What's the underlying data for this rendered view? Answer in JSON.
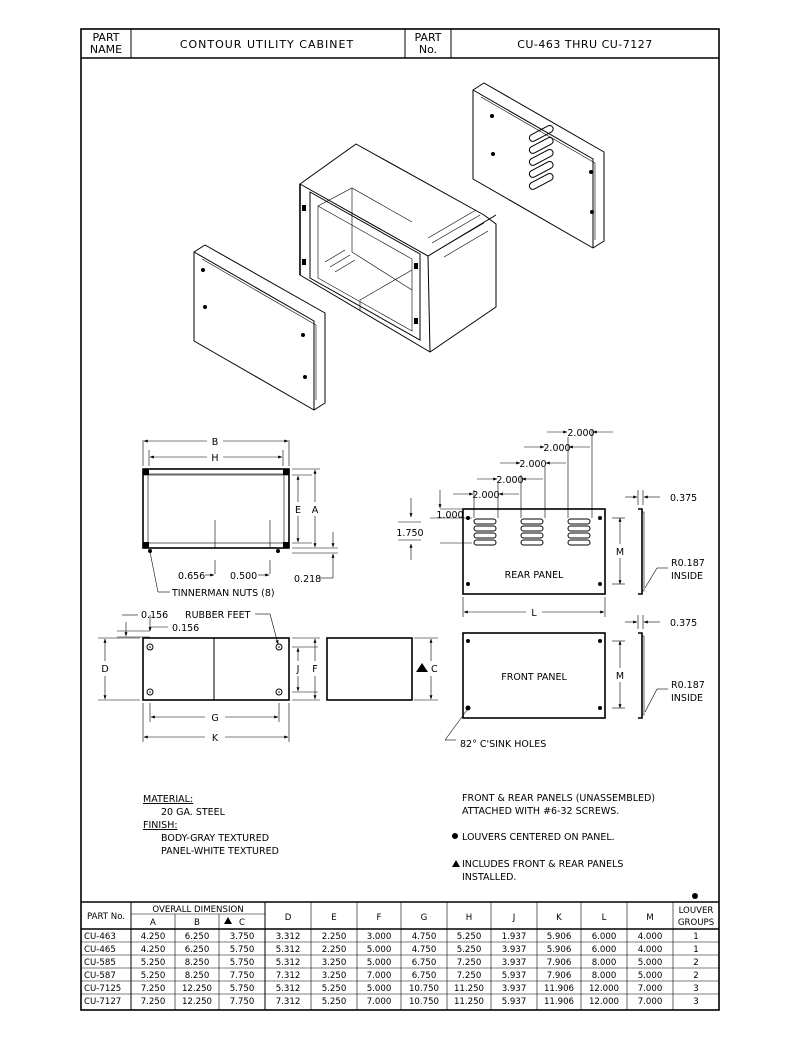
{
  "title_block": {
    "part_name_label": [
      "PART",
      "NAME"
    ],
    "part_name": "CONTOUR UTILITY CABINET",
    "part_no_label": [
      "PART",
      "No."
    ],
    "part_no": "CU-463 THRU CU-7127"
  },
  "top_view": {
    "dims": {
      "b": "B",
      "h": "H",
      "e": "E",
      "a": "A",
      "d656": "0.656",
      "d500": "0.500",
      "d218": "0.218"
    },
    "callout": "TINNERMAN NUTS (8)"
  },
  "rear_panel": {
    "label": "REAR PANEL",
    "dims": {
      "s1": "2.000",
      "s2": "2.000",
      "s3": "2.000",
      "s4": "2.000",
      "s5": "2.000",
      "d1000": "1.000",
      "d1750": "1.750",
      "m": "M",
      "l": "L",
      "d375": "0.375"
    },
    "radius": [
      "R0.187",
      "INSIDE"
    ]
  },
  "side_view": {
    "dims": {
      "d156a": "0.156",
      "d156b": "0.156",
      "d": "D",
      "j": "J",
      "f": "F",
      "g": "G",
      "k": "K",
      "c": "C"
    },
    "callout": "RUBBER FEET"
  },
  "front_panel": {
    "label": "FRONT PANEL",
    "dims": {
      "m": "M",
      "d375": "0.375"
    },
    "radius": [
      "R0.187",
      "INSIDE"
    ],
    "callout": "82° C'SINK HOLES"
  },
  "notes": {
    "material_head": "MATERIAL:",
    "material": "20 GA. STEEL",
    "finish_head": "FINISH:",
    "finish_lines": [
      "BODY-GRAY TEXTURED",
      "PANEL-WHITE TEXTURED"
    ],
    "panels_lines": [
      "FRONT & REAR PANELS (UNASSEMBLED)",
      "ATTACHED WITH #6-32 SCREWS."
    ],
    "louvers_note": "LOUVERS CENTERED ON PANEL.",
    "includes_lines": [
      "INCLUDES FRONT & REAR PANELS",
      "INSTALLED."
    ]
  },
  "table": {
    "part_no_header": "PART No.",
    "overall_header": "OVERALL DIMENSION",
    "sub_headers": [
      "A",
      "B",
      "C"
    ],
    "headers": [
      "D",
      "E",
      "F",
      "G",
      "H",
      "J",
      "K",
      "L",
      "M"
    ],
    "louver_header": [
      "LOUVER",
      "GROUPS"
    ],
    "rows": [
      [
        "CU-463",
        "4.250",
        "6.250",
        "3.750",
        "3.312",
        "2.250",
        "3.000",
        "4.750",
        "5.250",
        "1.937",
        "5.906",
        "6.000",
        "4.000",
        "1"
      ],
      [
        "CU-465",
        "4.250",
        "6.250",
        "5.750",
        "5.312",
        "2.250",
        "5.000",
        "4.750",
        "5.250",
        "3.937",
        "5.906",
        "6.000",
        "4.000",
        "1"
      ],
      [
        "CU-585",
        "5.250",
        "8.250",
        "5.750",
        "5.312",
        "3.250",
        "5.000",
        "6.750",
        "7.250",
        "3.937",
        "7.906",
        "8.000",
        "5.000",
        "2"
      ],
      [
        "CU-587",
        "5.250",
        "8.250",
        "7.750",
        "7.312",
        "3.250",
        "7.000",
        "6.750",
        "7.250",
        "5.937",
        "7.906",
        "8.000",
        "5.000",
        "2"
      ],
      [
        "CU-7125",
        "7.250",
        "12.250",
        "5.750",
        "5.312",
        "5.250",
        "5.000",
        "10.750",
        "11.250",
        "3.937",
        "11.906",
        "12.000",
        "7.000",
        "3"
      ],
      [
        "CU-7127",
        "7.250",
        "12.250",
        "7.750",
        "7.312",
        "5.250",
        "7.000",
        "10.750",
        "11.250",
        "5.937",
        "11.906",
        "12.000",
        "7.000",
        "3"
      ]
    ]
  }
}
